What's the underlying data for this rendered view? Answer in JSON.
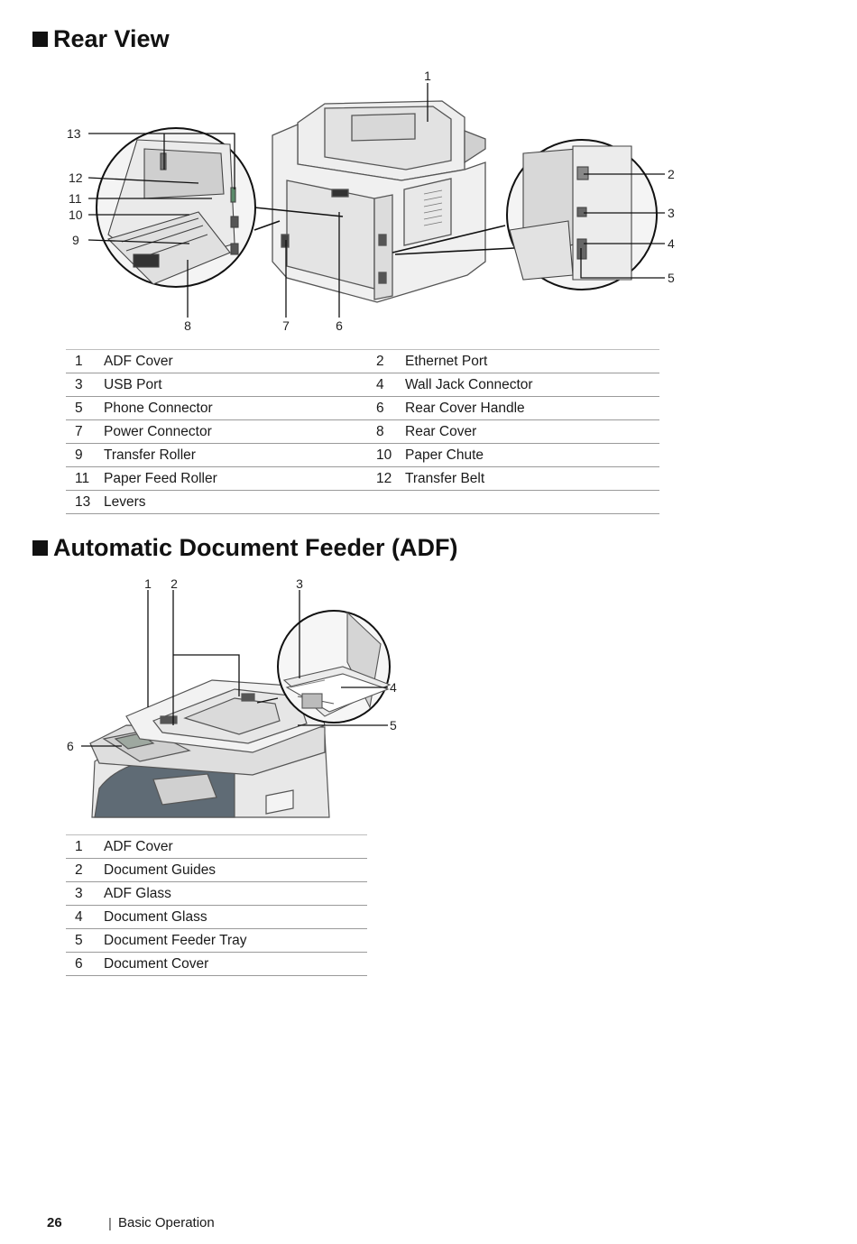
{
  "sections": {
    "rear_view": {
      "title": "Rear View",
      "callouts": [
        "1",
        "2",
        "3",
        "4",
        "5",
        "6",
        "7",
        "8",
        "9",
        "10",
        "11",
        "12",
        "13"
      ],
      "rows": [
        [
          {
            "num": "1",
            "label": "ADF Cover"
          },
          {
            "num": "2",
            "label": "Ethernet Port"
          }
        ],
        [
          {
            "num": "3",
            "label": "USB Port"
          },
          {
            "num": "4",
            "label": "Wall Jack Connector"
          }
        ],
        [
          {
            "num": "5",
            "label": "Phone Connector"
          },
          {
            "num": "6",
            "label": "Rear Cover Handle"
          }
        ],
        [
          {
            "num": "7",
            "label": "Power Connector"
          },
          {
            "num": "8",
            "label": "Rear Cover"
          }
        ],
        [
          {
            "num": "9",
            "label": "Transfer Roller"
          },
          {
            "num": "10",
            "label": "Paper Chute"
          }
        ],
        [
          {
            "num": "11",
            "label": "Paper Feed Roller"
          },
          {
            "num": "12",
            "label": "Transfer Belt"
          }
        ],
        [
          {
            "num": "13",
            "label": "Levers"
          },
          {
            "num": "",
            "label": ""
          }
        ]
      ]
    },
    "adf": {
      "title": "Automatic Document Feeder (ADF)",
      "callouts": [
        "1",
        "2",
        "3",
        "4",
        "5",
        "6"
      ],
      "rows": [
        {
          "num": "1",
          "label": "ADF Cover"
        },
        {
          "num": "2",
          "label": "Document Guides"
        },
        {
          "num": "3",
          "label": "ADF Glass"
        },
        {
          "num": "4",
          "label": "Document Glass"
        },
        {
          "num": "5",
          "label": "Document Feeder Tray"
        },
        {
          "num": "6",
          "label": "Document Cover"
        }
      ]
    }
  },
  "footer": {
    "page_number": "26",
    "separator": "|",
    "section": "Basic Operation"
  }
}
